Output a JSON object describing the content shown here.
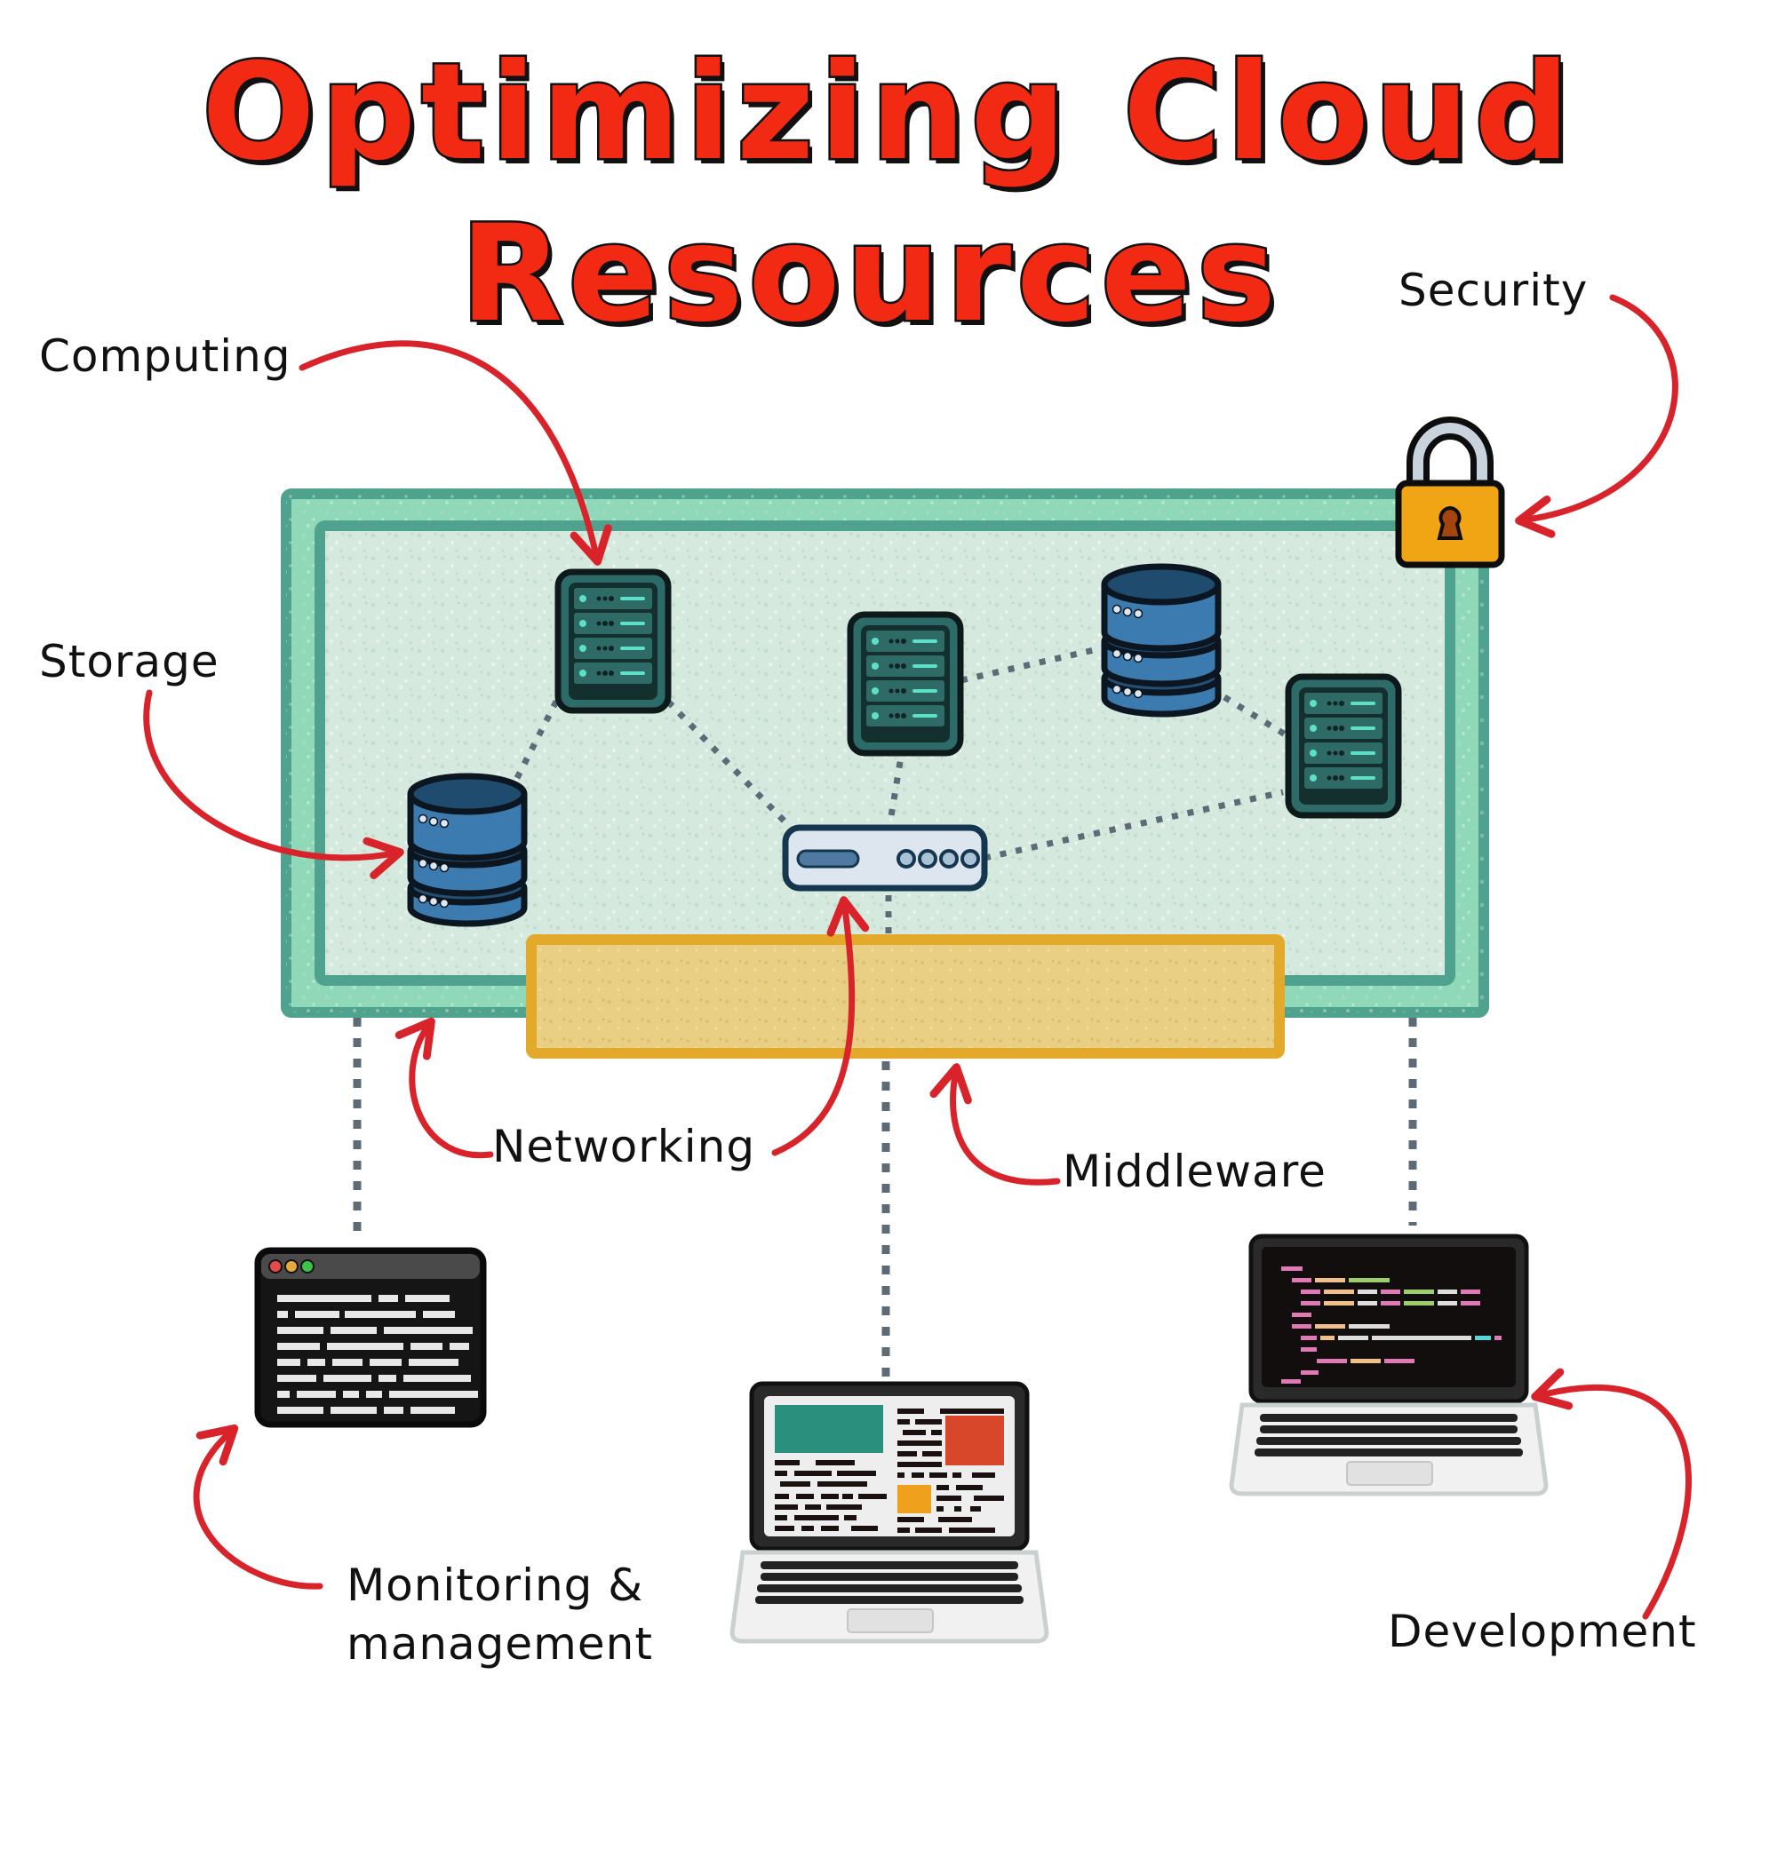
{
  "title": {
    "line1": "Optimizing Cloud",
    "line2": "Resources"
  },
  "labels": {
    "computing": "Computing",
    "security": "Security",
    "storage": "Storage",
    "networking": "Networking",
    "middleware": "Middleware",
    "monitoring_line1": "Monitoring &",
    "monitoring_line2": "management",
    "development": "Development"
  },
  "icons": {
    "compute_servers": [
      "server-rack-icon",
      "server-rack-icon",
      "server-rack-icon"
    ],
    "storage_databases": [
      "database-icon",
      "database-icon"
    ],
    "network_device": "router-icon",
    "security": "padlock-icon",
    "clients": [
      "terminal-window-icon",
      "laptop-dashboard-icon",
      "laptop-code-icon"
    ]
  },
  "colors": {
    "title_red": "#f22a14",
    "arrow_red": "#d9232a",
    "cloud_border": "#4fa38e",
    "cloud_inner_border": "#8fd9b8",
    "cloud_fill": "#d6e9de",
    "middleware_fill": "#e8cf84",
    "middleware_border": "#e2a92a",
    "server_teal": "#2d6b68",
    "server_led": "#5de0c7",
    "database_blue": "#3b7bb0",
    "router_fill": "#dde6ee",
    "router_border": "#15364f",
    "padlock_gold": "#f2a514",
    "connector_gray": "#5d6b77"
  }
}
